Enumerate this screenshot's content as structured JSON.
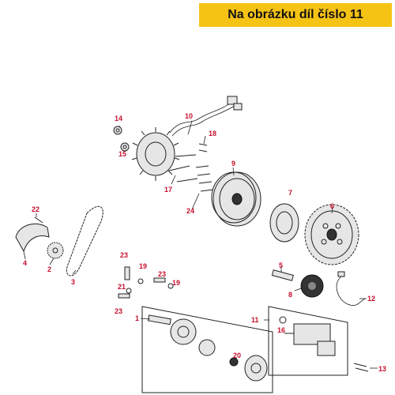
{
  "banner": {
    "text": "Na obrázku díl číslo 11"
  },
  "callouts": [
    {
      "id": "c1",
      "label": "1"
    },
    {
      "id": "c2",
      "label": "2"
    },
    {
      "id": "c3",
      "label": "3"
    },
    {
      "id": "c4",
      "label": "4"
    },
    {
      "id": "c5",
      "label": "5"
    },
    {
      "id": "c6",
      "label": "6"
    },
    {
      "id": "c7",
      "label": "7"
    },
    {
      "id": "c8",
      "label": "8"
    },
    {
      "id": "c9",
      "label": "9"
    },
    {
      "id": "c10",
      "label": "10"
    },
    {
      "id": "c11",
      "label": "11"
    },
    {
      "id": "c12",
      "label": "12"
    },
    {
      "id": "c13",
      "label": "13"
    },
    {
      "id": "c14",
      "label": "14"
    },
    {
      "id": "c15",
      "label": "15"
    },
    {
      "id": "c16",
      "label": "16"
    },
    {
      "id": "c17",
      "label": "17"
    },
    {
      "id": "c18",
      "label": "18"
    },
    {
      "id": "c19a",
      "label": "19"
    },
    {
      "id": "c19b",
      "label": "19"
    },
    {
      "id": "c20",
      "label": "20"
    },
    {
      "id": "c21",
      "label": "21"
    },
    {
      "id": "c22",
      "label": "22"
    },
    {
      "id": "c23a",
      "label": "23"
    },
    {
      "id": "c23b",
      "label": "23"
    },
    {
      "id": "c23c",
      "label": "23"
    },
    {
      "id": "c24",
      "label": "24"
    }
  ]
}
